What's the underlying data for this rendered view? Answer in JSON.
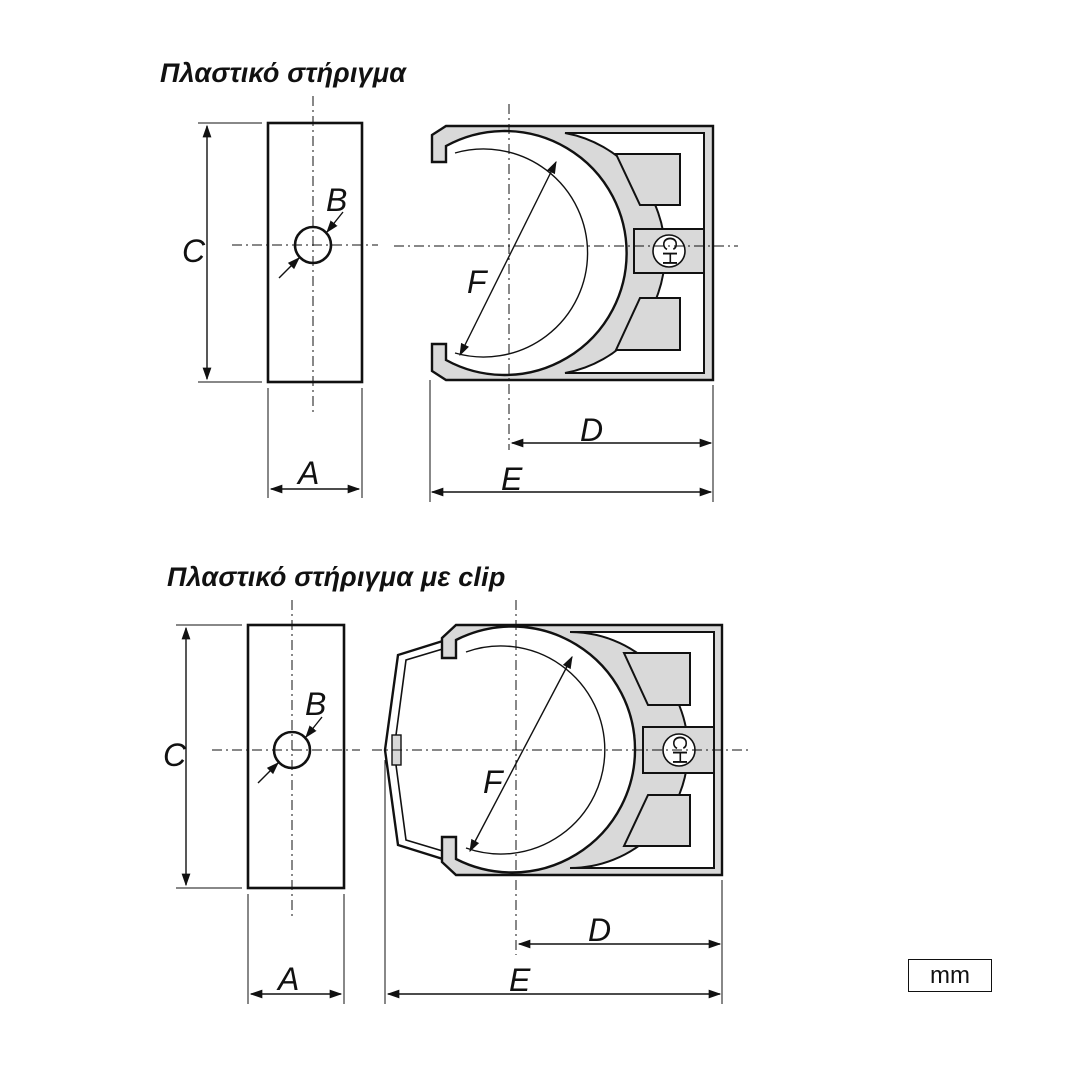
{
  "figures": [
    {
      "title": "Πλαστικό στήριγμα",
      "labels": {
        "A": "A",
        "B": "B",
        "C": "C",
        "D": "D",
        "E": "E",
        "F": "F",
        "stamp": "CH"
      }
    },
    {
      "title": "Πλαστικό στήριγμα με clip",
      "labels": {
        "A": "A",
        "B": "B",
        "C": "C",
        "D": "D",
        "E": "E",
        "F": "F",
        "stamp": "CH"
      }
    }
  ],
  "unit": "mm",
  "colors": {
    "line": "#111111",
    "fill": "#d9d9d9"
  }
}
